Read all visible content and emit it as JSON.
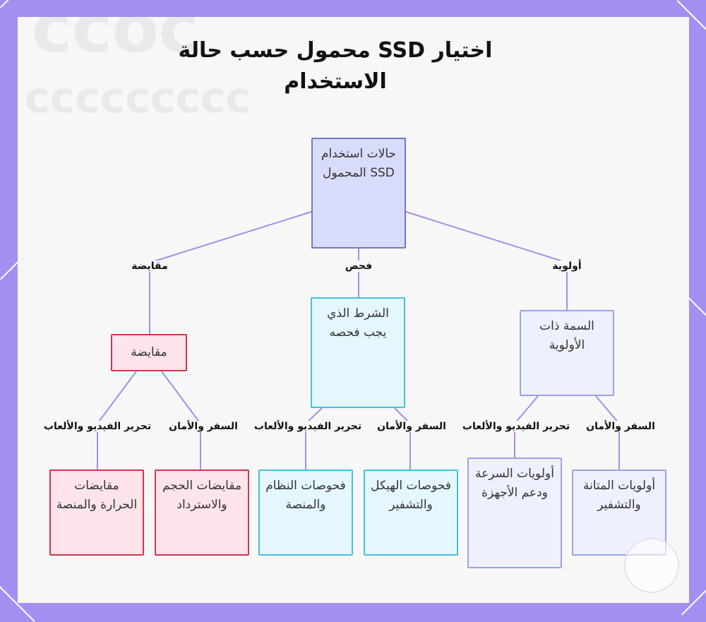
{
  "diagram": {
    "title": "اختيار SSD محمول حسب حالة الاستخدام",
    "root": {
      "label": "حالات استخدام SSD المحمول"
    },
    "branches": [
      {
        "edge_label": "مقايضة",
        "node_label": "مقايضة",
        "children": [
          {
            "edge_label": "تحرير الفيديو والألعاب",
            "node_label": "مقايضات الحرارة والمنصة"
          },
          {
            "edge_label": "السفر والأمان",
            "node_label": "مقايضات الحجم والاسترداد"
          }
        ]
      },
      {
        "edge_label": "فحص",
        "node_label": "الشرط الذي يجب فحصه",
        "children": [
          {
            "edge_label": "تحرير الفيديو والألعاب",
            "node_label": "فحوصات النظام والمنصة"
          },
          {
            "edge_label": "السفر والأمان",
            "node_label": "فحوصات الهيكل والتشفير"
          }
        ]
      },
      {
        "edge_label": "أولوية",
        "node_label": "السمة ذات الأولوية",
        "children": [
          {
            "edge_label": "تحرير الفيديو والألعاب",
            "node_label": "أولويات السرعة ودعم الأجهزة"
          },
          {
            "edge_label": "السفر والأمان",
            "node_label": "أولويات المتانة والتشفير"
          }
        ]
      }
    ],
    "colors": {
      "root": {
        "fill": "#d9dbfb",
        "stroke": "#6f79c8"
      },
      "tradeoff": {
        "fill": "#fce4ea",
        "stroke": "#d3354f"
      },
      "check": {
        "fill": "#e4f7fd",
        "stroke": "#44c1dc"
      },
      "priority": {
        "fill": "#eef0fe",
        "stroke": "#9aa3e6"
      },
      "edge": "#a68ee6"
    }
  }
}
